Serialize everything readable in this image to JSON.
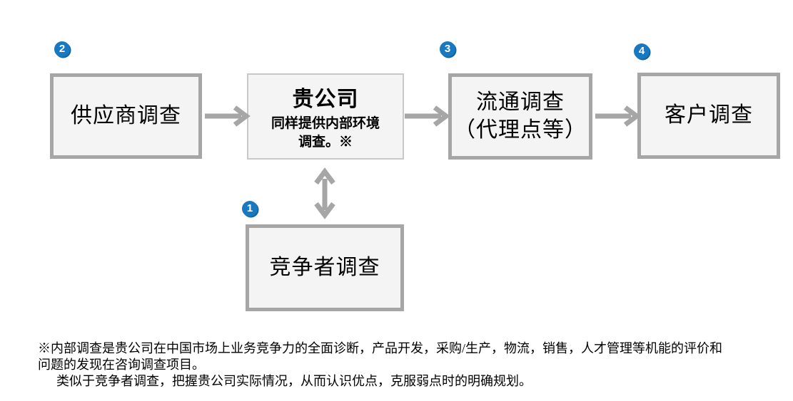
{
  "colors": {
    "page_bg": "#ffffff",
    "box_fill": "#f4f4f4",
    "box_border_thick": "#a6a6a6",
    "box_border_thin": "#c8c8c8",
    "arrow": "#a6a6a6",
    "badge_fill": "#1878c0",
    "badge_edge": "#12629e",
    "badge_text": "#ffffff",
    "text": "#000000"
  },
  "badges": {
    "one": "1",
    "two": "2",
    "three": "3",
    "four": "4"
  },
  "boxes": {
    "supplier": {
      "label": "供应商调查"
    },
    "company": {
      "title": "贵公司",
      "subtitle": "同样提供内部环境\n调查。※"
    },
    "distribution": {
      "label": "流通调查\n（代理点等）"
    },
    "customer": {
      "label": "客户调查"
    },
    "competitor": {
      "label": "竞争者调查"
    }
  },
  "footnote": {
    "line1": "※内部调查是贵公司在中国市场上业务竞争力的全面诊断，产品开发，采购/生产，物流，销售，人才管理等机能的评价和",
    "line2": "问题的发现在咨询调查项目。",
    "line3": "类似于竞争者调查，把握贵公司实际情况，从而认识优点，克服弱点时的明确规划。"
  }
}
